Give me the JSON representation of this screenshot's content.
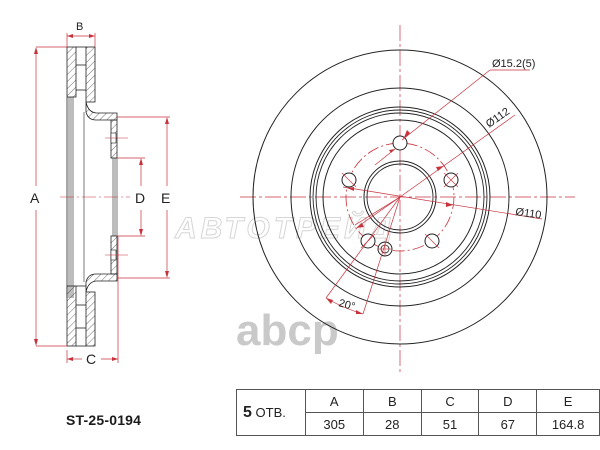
{
  "part_number": "ST-25-0194",
  "holes": {
    "count": "5",
    "suffix": "ОТВ."
  },
  "table": {
    "headers": [
      "A",
      "B",
      "C",
      "D",
      "E"
    ],
    "values": [
      "305",
      "28",
      "51",
      "67",
      "164.8"
    ]
  },
  "side_view": {
    "labels": {
      "A": "A",
      "B": "B",
      "C": "C",
      "D": "D",
      "E": "E"
    }
  },
  "front_view": {
    "bolt_hole_label": "Ø15.2(5)",
    "pcd_label": "Ø112",
    "center_bore_label": "Ø110",
    "angle_label": "20°"
  },
  "watermarks": {
    "top": "АВТОТРЕЙД",
    "bottom": "abcp"
  },
  "colors": {
    "line": "#222222",
    "dimension": "#c8323c",
    "watermark": "#d0d0d0"
  }
}
